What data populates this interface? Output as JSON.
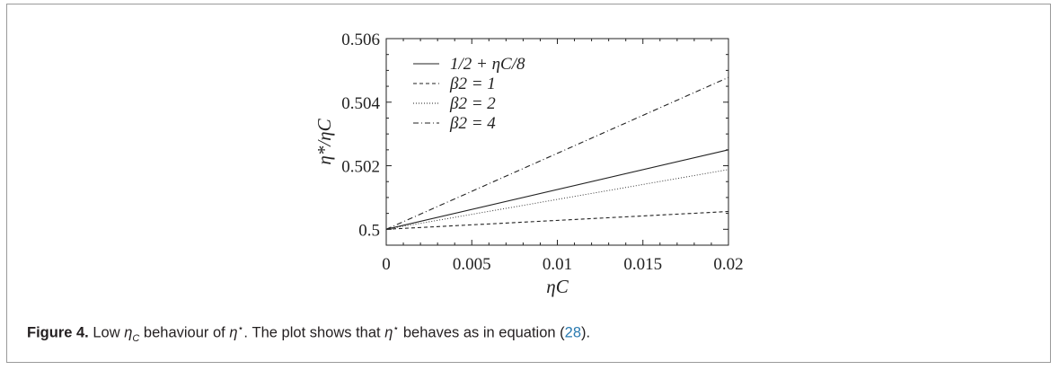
{
  "chart_data": {
    "type": "line",
    "title": "",
    "xlabel": "ηC",
    "ylabel": "η*/ηC",
    "xlim": [
      0,
      0.02
    ],
    "ylim": [
      0.4995,
      0.506
    ],
    "xticks": [
      0,
      0.005,
      0.01,
      0.015,
      0.02
    ],
    "xtick_labels": [
      "0",
      "0.005",
      "0.01",
      "0.015",
      "0.02"
    ],
    "yticks": [
      0.5,
      0.502,
      0.504,
      0.506
    ],
    "ytick_labels": [
      "0.5",
      "0.502",
      "0.504",
      "0.506"
    ],
    "grid": false,
    "legend_position": "top-left",
    "series": [
      {
        "name": "1/2 + ηC/8",
        "style": "solid",
        "x": [
          0,
          0.02
        ],
        "y": [
          0.5,
          0.5025
        ]
      },
      {
        "name": "β2 = 1",
        "style": "dashed",
        "x": [
          0,
          0.02
        ],
        "y": [
          0.5,
          0.50056
        ]
      },
      {
        "name": "β2 = 2",
        "style": "dotted",
        "x": [
          0,
          0.02
        ],
        "y": [
          0.5,
          0.50188
        ]
      },
      {
        "name": "β2 = 4",
        "style": "dashdot",
        "x": [
          0,
          0.02
        ],
        "y": [
          0.5,
          0.50478
        ]
      }
    ]
  },
  "caption": {
    "label": "Figure 4.",
    "part1": " Low ",
    "part2": " behaviour of ",
    "part3": ". The plot shows that ",
    "part4": " behaves as in equation (",
    "ref": "28",
    "part5": ")."
  }
}
